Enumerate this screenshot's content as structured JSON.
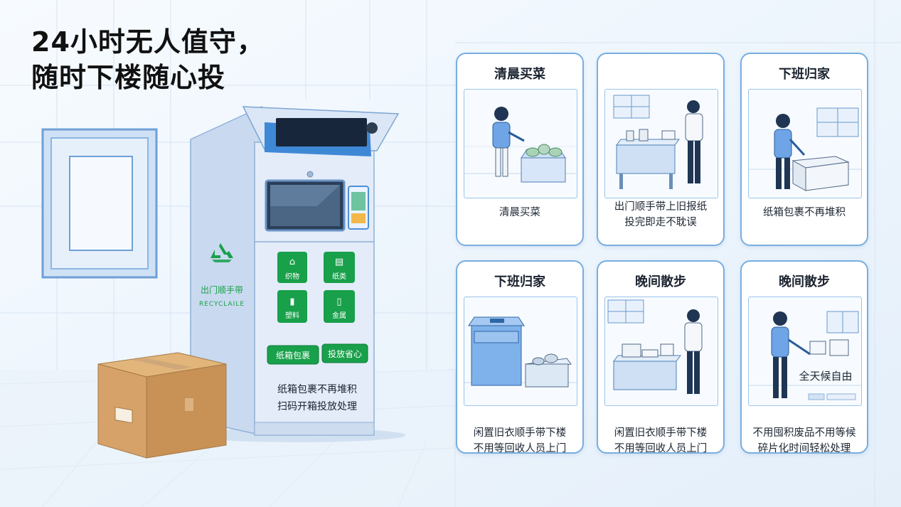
{
  "headline": [
    "24小时无人值守，",
    "随时下楼随心投"
  ],
  "machine": {
    "side_text": "出门顺手带",
    "side_subtext": "RECYCLAILE",
    "categories": [
      "织物",
      "纸类",
      "塑料",
      "金属"
    ],
    "tags": [
      "纸箱包裹",
      "投放省心"
    ],
    "panel_lines": [
      "纸箱包裹不再堆积",
      "扫码开箱投放处理"
    ],
    "recycle_icon": "recycle-icon",
    "colors": {
      "green": "#18a04a",
      "body": "#dbe7f6",
      "accent": "#3f88d6"
    }
  },
  "cards": [
    {
      "title": "清晨买菜",
      "caption": [
        "清晨买菜"
      ]
    },
    {
      "title": "",
      "caption": [
        "出门顺手带上旧报纸",
        "投完即走不耽误"
      ]
    },
    {
      "title": "下班归家",
      "caption": [
        "纸箱包裹不再堆积"
      ]
    },
    {
      "title": "下班归家",
      "caption": [
        "闲置旧衣顺手带下楼",
        "不用等回收人员上门"
      ]
    },
    {
      "title": "晚间散步",
      "caption": [
        "闲置旧衣顺手带下楼",
        "不用等回收人员上门"
      ]
    },
    {
      "title": "晚间散步",
      "caption": [
        "不用囤积废品不用等候",
        "碎片化时间轻松处理"
      ],
      "inset_text": "全天候自由"
    }
  ]
}
